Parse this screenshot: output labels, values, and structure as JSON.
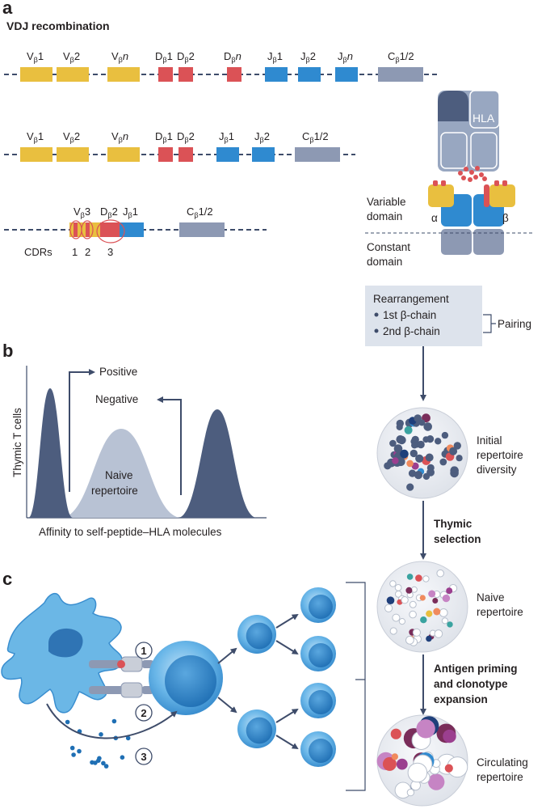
{
  "panel_a": {
    "letter": "a",
    "title": "VDJ recombination",
    "row1": [
      {
        "base": "V",
        "sub": "β",
        "suffix": "1"
      },
      {
        "base": "V",
        "sub": "β",
        "suffix": "2"
      },
      {
        "base": "V",
        "sub": "β",
        "suffix": "n"
      },
      {
        "base": "D",
        "sub": "β",
        "suffix": "1"
      },
      {
        "base": "D",
        "sub": "β",
        "suffix": "2"
      },
      {
        "base": "D",
        "sub": "β",
        "suffix": "n"
      },
      {
        "base": "J",
        "sub": "β",
        "suffix": "1"
      },
      {
        "base": "J",
        "sub": "β",
        "suffix": "2"
      },
      {
        "base": "J",
        "sub": "β",
        "suffix": "n"
      },
      {
        "base": "C",
        "sub": "β",
        "suffix": "1/2"
      }
    ],
    "row2": [
      {
        "base": "V",
        "sub": "β",
        "suffix": "1"
      },
      {
        "base": "V",
        "sub": "β",
        "suffix": "2"
      },
      {
        "base": "V",
        "sub": "β",
        "suffix": "n"
      },
      {
        "base": "D",
        "sub": "β",
        "suffix": "1"
      },
      {
        "base": "D",
        "sub": "β",
        "suffix": "2"
      },
      {
        "base": "J",
        "sub": "β",
        "suffix": "1"
      },
      {
        "base": "J",
        "sub": "β",
        "suffix": "2"
      },
      {
        "base": "C",
        "sub": "β",
        "suffix": "1/2"
      }
    ],
    "row3": [
      {
        "base": "V",
        "sub": "β",
        "suffix": "3"
      },
      {
        "base": "D",
        "sub": "β",
        "suffix": "2"
      },
      {
        "base": "J",
        "sub": "β",
        "suffix": "1"
      },
      {
        "base": "C",
        "sub": "β",
        "suffix": "1/2"
      }
    ],
    "cdrs_label": "CDRs",
    "cdr_numbers": [
      "1",
      "2",
      "3"
    ],
    "hla": "HLA",
    "variable_domain": [
      "Variable",
      "domain"
    ],
    "alpha": "α",
    "beta": "β",
    "constant_domain": [
      "Constant",
      "domain"
    ],
    "rearrangement": {
      "title": "Rearrangement",
      "items": [
        "1st β-chain",
        "2nd β-chain"
      ],
      "pairing": "Pairing"
    }
  },
  "panel_b": {
    "letter": "b",
    "ylabel": "Thymic T cells",
    "xlabel": "Affinity to self-peptide–HLA molecules",
    "positive": "Positive",
    "negative": "Negative",
    "naive_repertoire": [
      "Naive",
      "repertoire"
    ]
  },
  "flow": {
    "initial": [
      "Initial",
      "repertoire",
      "diversity"
    ],
    "thymic_selection": [
      "Thymic",
      "selection"
    ],
    "naive": [
      "Naive",
      "repertoire"
    ],
    "antigen_priming": [
      "Antigen priming",
      "and clonotype",
      "expansion"
    ],
    "circulating": [
      "Circulating",
      "repertoire"
    ]
  },
  "panel_c": {
    "letter": "c",
    "signals": [
      "1",
      "2",
      "3"
    ]
  },
  "colors": {
    "yellow": "#e9bf3f",
    "red": "#db5256",
    "blue": "#2f8ad0",
    "gray_block": "#8d99b3",
    "navy": "#3e4c6a",
    "hla_dark": "#4d5d7e",
    "hla_light": "#98a7c1",
    "cell_blue": "#4fa3dc",
    "box_fill": "#dde3ec"
  }
}
